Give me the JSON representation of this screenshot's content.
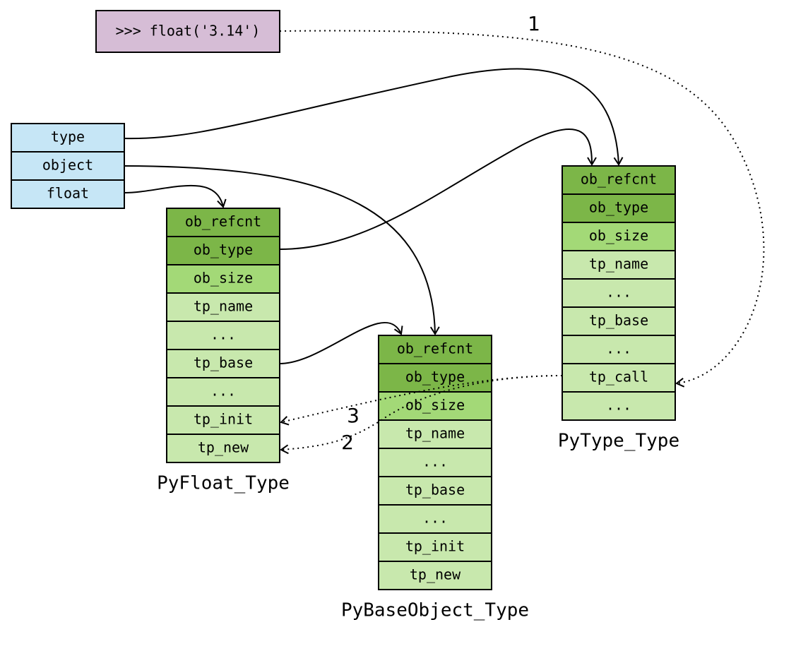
{
  "colors": {
    "prompt_bg": "#d6bdd6",
    "name_bg": "#c6e6f6",
    "dark_green": "#7cb648",
    "mid_green": "#a3d977",
    "light_green": "#c8e8ad"
  },
  "prompt": {
    "text": ">>> float('3.14')"
  },
  "names": [
    "type",
    "object",
    "float"
  ],
  "pyfloat": {
    "caption": "PyFloat_Type",
    "fields": [
      "ob_refcnt",
      "ob_type",
      "ob_size",
      "tp_name",
      "...",
      "tp_base",
      "...",
      "tp_init",
      "tp_new"
    ]
  },
  "pybaseobject": {
    "caption": "PyBaseObject_Type",
    "fields": [
      "ob_refcnt",
      "ob_type",
      "ob_size",
      "tp_name",
      "...",
      "tp_base",
      "...",
      "tp_init",
      "tp_new"
    ]
  },
  "pytype": {
    "caption": "PyType_Type",
    "fields": [
      "ob_refcnt",
      "ob_type",
      "ob_size",
      "tp_name",
      "...",
      "tp_base",
      "...",
      "tp_call",
      "..."
    ]
  },
  "steps": [
    "1",
    "2",
    "3"
  ]
}
